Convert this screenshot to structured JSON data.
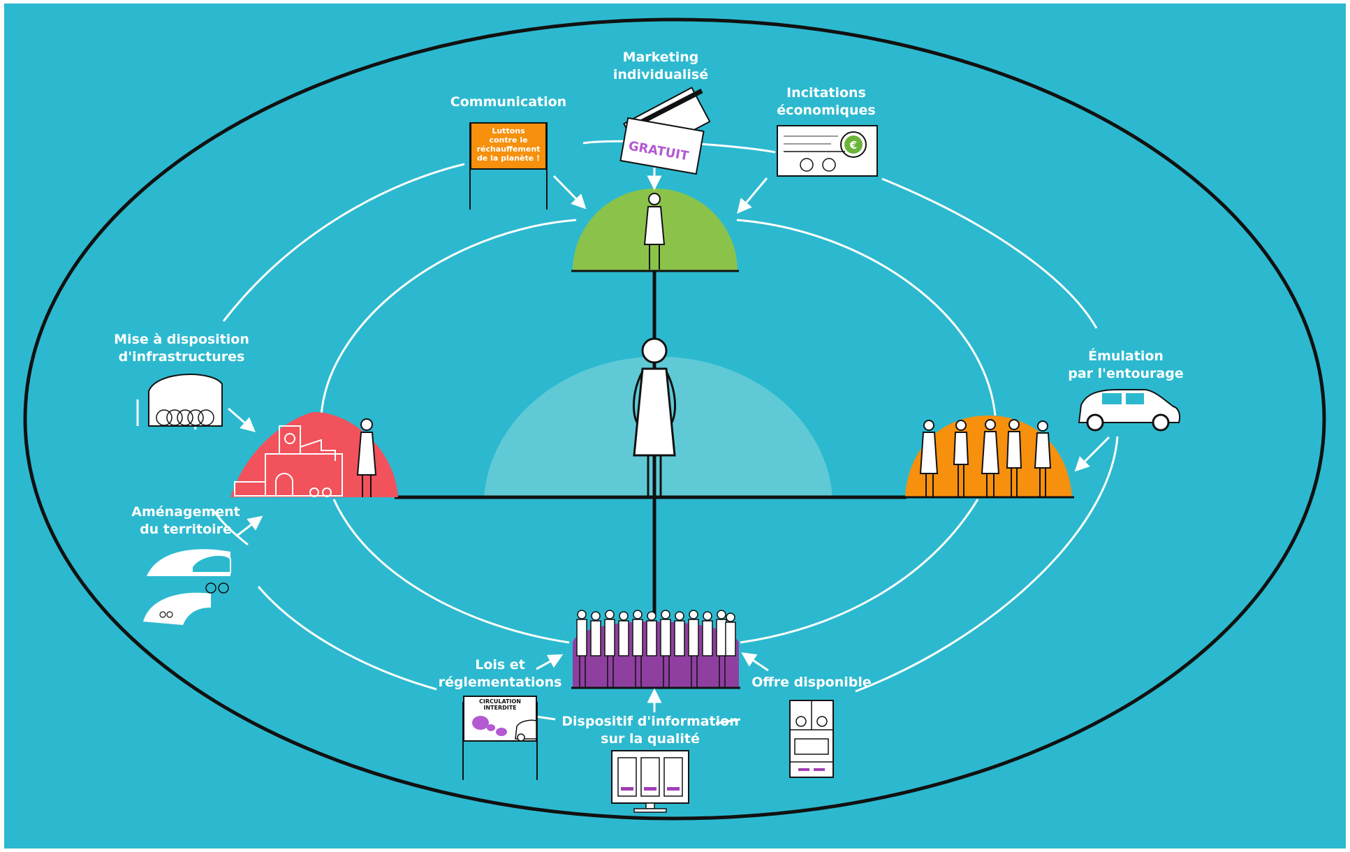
{
  "colors": {
    "background": "#2cb9cf",
    "outline": "#111111",
    "ring": "#ffffff",
    "center_dome": "#5fcad6",
    "top_dome": "#8bc34a",
    "left_dome": "#f1525c",
    "right_dome": "#f6900d",
    "bottom_group": "#8e3fa0",
    "poster_orange": "#f6900d"
  },
  "levers": {
    "communication": "Communication",
    "marketing": [
      "Marketing",
      "individualisé"
    ],
    "incitations": [
      "Incitations",
      "économiques"
    ],
    "infrastructures": [
      "Mise à disposition",
      "d'infrastructures"
    ],
    "emulation": [
      "Émulation",
      "par l'entourage"
    ],
    "amenagement": [
      "Aménagement",
      "du territoire"
    ],
    "lois": [
      "Lois et",
      "réglementations"
    ],
    "offre": "Offre disponible",
    "dispositif": [
      "Dispositif d'information",
      "sur la qualité"
    ]
  },
  "props": {
    "poster_text": [
      "Luttons",
      "contre le",
      "réchauffement",
      "de la planète !"
    ],
    "coupon_text": "GRATUIT",
    "sign_text": [
      "CIRCULATION",
      "INTERDITE"
    ]
  },
  "icons": {
    "communication": "billboard-icon",
    "marketing": "free-ticket-envelope-icon",
    "incitations": "euro-bike-cheque-icon",
    "infrastructures": "bike-shelter-icon",
    "emulation": "car-icon",
    "amenagement": "landscape-bike-path-icon",
    "lois": "no-traffic-sign-icon",
    "offre": "mobility-options-icon",
    "dispositif": "information-screen-icon"
  }
}
